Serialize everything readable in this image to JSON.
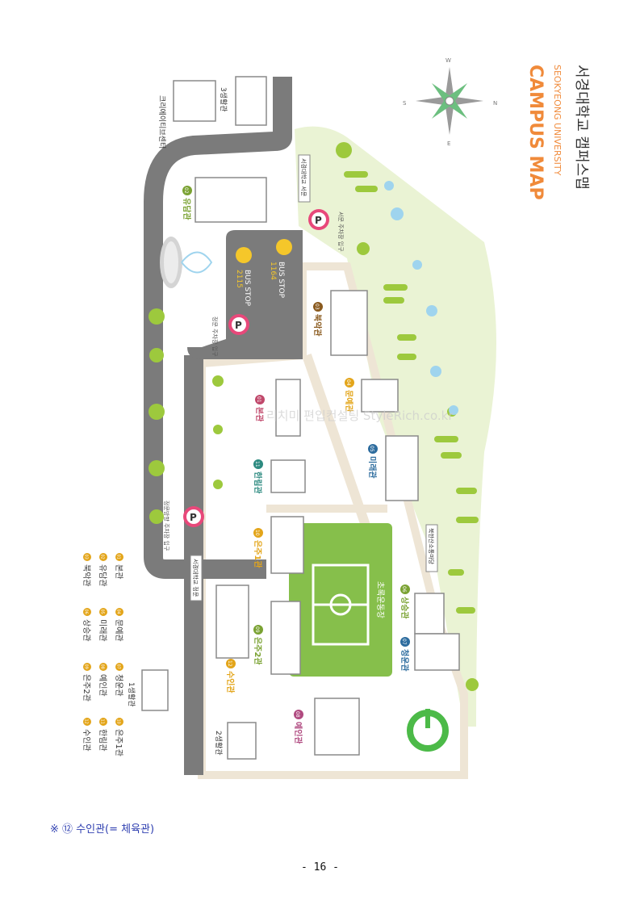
{
  "map": {
    "title_ko": "서경대학교 캠퍼스맵",
    "title_en": "SEOKYEONG UNIVERSITY",
    "title_main": "CAMPUS MAP",
    "compass": {
      "n": "N",
      "s": "S",
      "e": "E",
      "w": "W"
    },
    "bus_stops": [
      {
        "title": "BUS STOP",
        "number": "1164"
      },
      {
        "title": "BUS STOP",
        "number": "2115"
      }
    ],
    "parking_labels": [
      "서문 주차장 입구",
      "정문 주차장 입구",
      "정문방향 주차장 입구"
    ],
    "gates": [
      "서경대학교 서문",
      "서경대학교 정문"
    ],
    "field_label": "초록운동장",
    "library_label": "북한산소통마당",
    "watermark": "리치미 편입컨설팅 StyleRich.co.kr",
    "buildings": [
      {
        "num": "01",
        "name": "본관",
        "color": "#c0486b"
      },
      {
        "num": "02",
        "name": "유담관",
        "color": "#7aa232"
      },
      {
        "num": "03",
        "name": "북악관",
        "color": "#8a5a1e"
      },
      {
        "num": "04",
        "name": "문예관",
        "color": "#e3a51a"
      },
      {
        "num": "05",
        "name": "미래관",
        "color": "#2d6c9e"
      },
      {
        "num": "06",
        "name": "상승관",
        "color": "#7aa232"
      },
      {
        "num": "07",
        "name": "청운관",
        "color": "#2d6c9e"
      },
      {
        "num": "08",
        "name": "예인관",
        "color": "#b04a80"
      },
      {
        "num": "09",
        "name": "은주2관",
        "color": "#7aa232"
      },
      {
        "num": "10",
        "name": "은주1관",
        "color": "#e3a51a"
      },
      {
        "num": "11",
        "name": "한림관",
        "color": "#2d8a80"
      },
      {
        "num": "12",
        "name": "수인관",
        "color": "#e3a51a"
      }
    ],
    "extra_buildings": [
      "1생활관",
      "2생활관",
      "3생활관",
      "크리에이티브센터"
    ],
    "legend": [
      {
        "num": "01",
        "name": "본관"
      },
      {
        "num": "02",
        "name": "유담관"
      },
      {
        "num": "03",
        "name": "북악관"
      },
      {
        "num": "04",
        "name": "문예관"
      },
      {
        "num": "05",
        "name": "미래관"
      },
      {
        "num": "06",
        "name": "상승관"
      },
      {
        "num": "07",
        "name": "청운관"
      },
      {
        "num": "08",
        "name": "예인관"
      },
      {
        "num": "09",
        "name": "은주2관"
      },
      {
        "num": "10",
        "name": "은주1관"
      },
      {
        "num": "11",
        "name": "한림관"
      },
      {
        "num": "12",
        "name": "수인관"
      }
    ]
  },
  "footnote": "※ ⑫ 수인관(= 체육관)",
  "page_number": "- 16 -"
}
